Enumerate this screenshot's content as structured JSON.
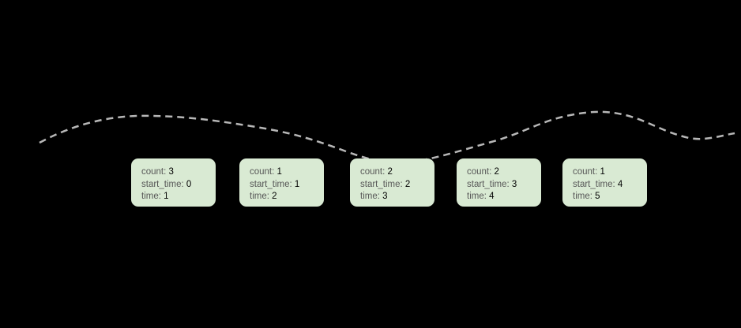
{
  "colors": {
    "background": "#000000",
    "box_fill": "#d9ead3",
    "label_text": "#575757",
    "value_text": "#000000",
    "curve": "#b7b7b7"
  },
  "curve": {
    "style": "dashed",
    "dasharray": "9 6",
    "stroke_width": "2.5",
    "description": "dashed-wave-curve"
  },
  "boxes": [
    {
      "fields": [
        {
          "label": "count:",
          "value": "3"
        },
        {
          "label": "start_time:",
          "value": "0"
        },
        {
          "label": "time:",
          "value": "1"
        }
      ]
    },
    {
      "fields": [
        {
          "label": "count:",
          "value": "1"
        },
        {
          "label": "start_time:",
          "value": "1"
        },
        {
          "label": "time:",
          "value": "2"
        }
      ]
    },
    {
      "fields": [
        {
          "label": "count:",
          "value": "2"
        },
        {
          "label": "start_time:",
          "value": "2"
        },
        {
          "label": "time:",
          "value": "3"
        }
      ]
    },
    {
      "fields": [
        {
          "label": "count:",
          "value": "2"
        },
        {
          "label": "start_time:",
          "value": "3"
        },
        {
          "label": "time:",
          "value": "4"
        }
      ]
    },
    {
      "fields": [
        {
          "label": "count:",
          "value": "1"
        },
        {
          "label": "start_time:",
          "value": "4"
        },
        {
          "label": "time:",
          "value": "5"
        }
      ]
    }
  ]
}
